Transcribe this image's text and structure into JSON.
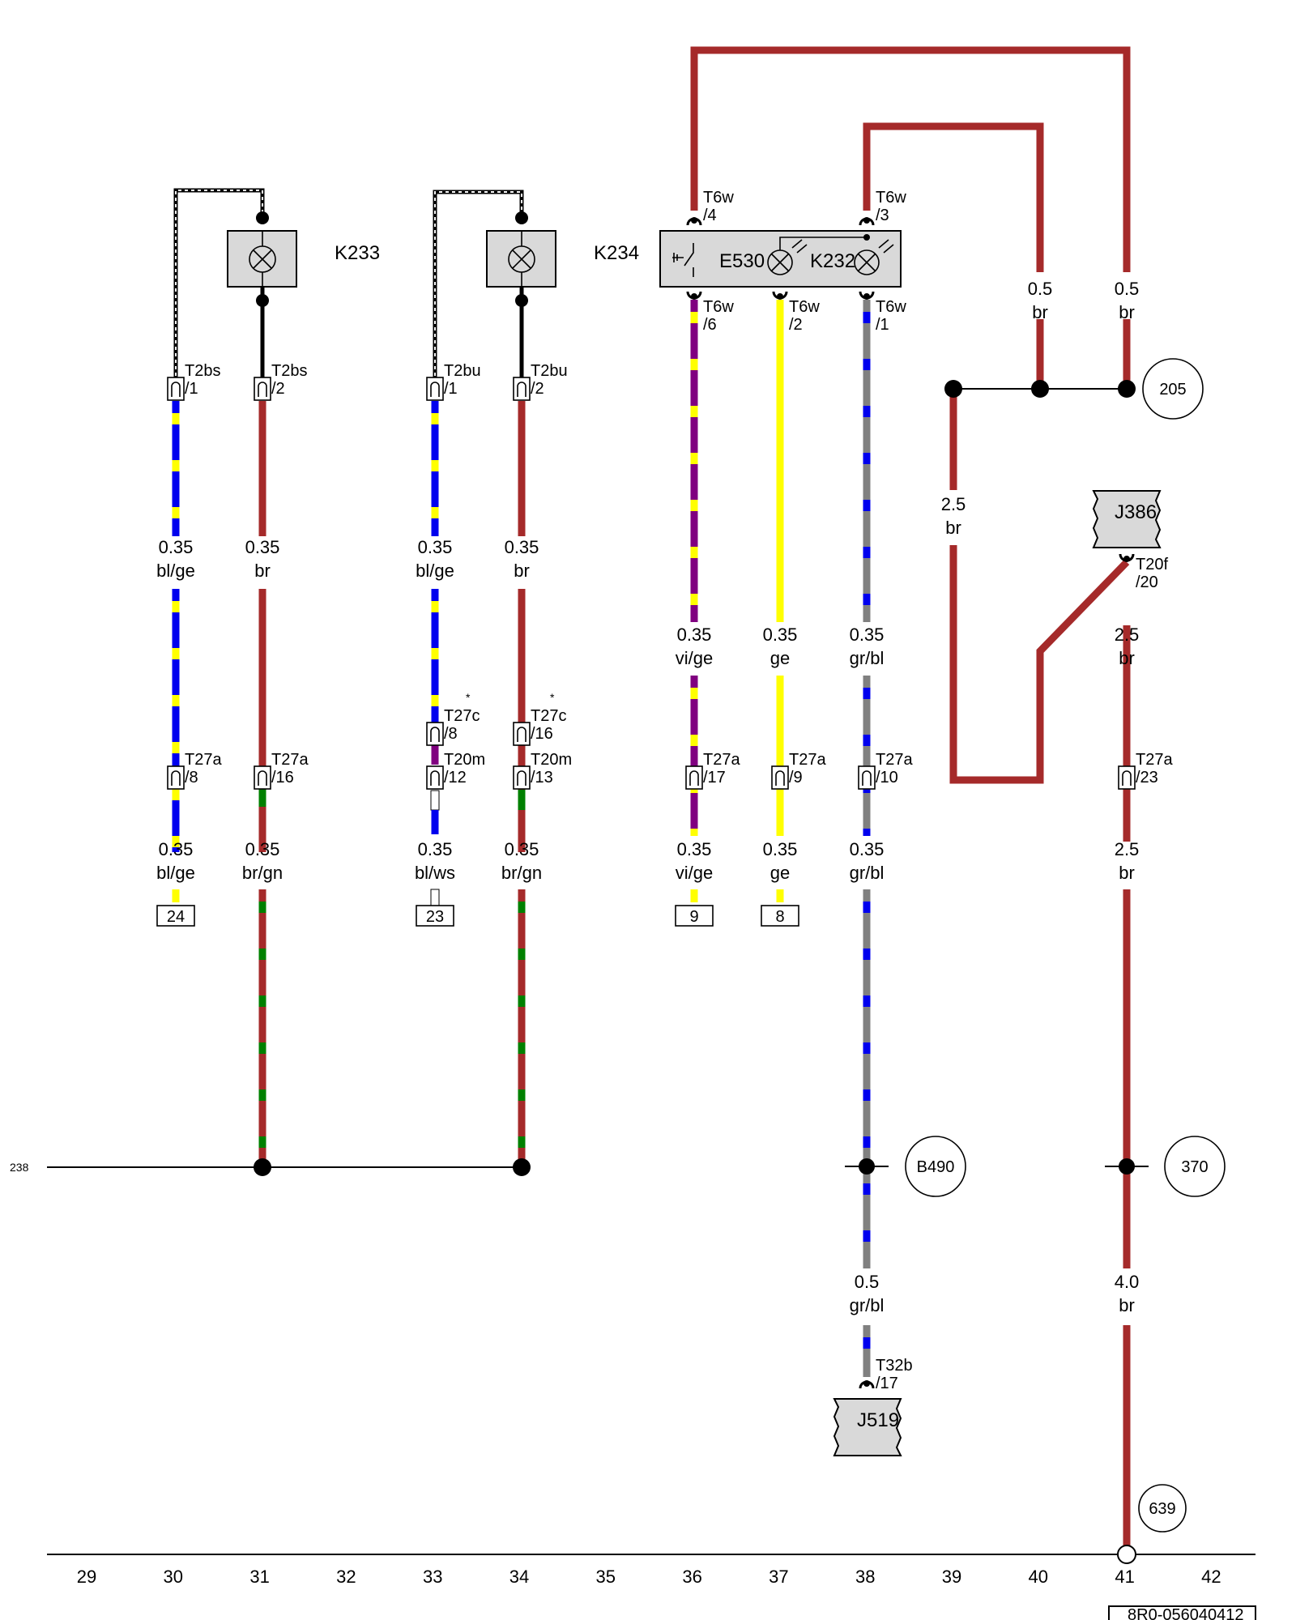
{
  "components": {
    "K233": "K233",
    "K234": "K234",
    "E530": "E530",
    "K232": "K232",
    "J386": "J386",
    "J519": "J519"
  },
  "connectors": {
    "c_t2bs_1": [
      "T2bs",
      "/1"
    ],
    "c_t2bs_2": [
      "T2bs",
      "/2"
    ],
    "c_t2bu_1": [
      "T2bu",
      "/1"
    ],
    "c_t2bu_2": [
      "T2bu",
      "/2"
    ],
    "c_t6w_4": [
      "T6w",
      "/4"
    ],
    "c_t6w_3": [
      "T6w",
      "/3"
    ],
    "c_t6w_6": [
      "T6w",
      "/6"
    ],
    "c_t6w_2": [
      "T6w",
      "/2"
    ],
    "c_t6w_1": [
      "T6w",
      "/1"
    ],
    "c_t27c_8": [
      "T27c",
      "/8"
    ],
    "c_t27c_16": [
      "T27c",
      "/16"
    ],
    "c_t27a_8": [
      "T27a",
      "/8"
    ],
    "c_t27a_16": [
      "T27a",
      "/16"
    ],
    "c_t20m_12": [
      "T20m",
      "/12"
    ],
    "c_t20m_13": [
      "T20m",
      "/13"
    ],
    "c_t27a_17": [
      "T27a",
      "/17"
    ],
    "c_t27a_9": [
      "T27a",
      "/9"
    ],
    "c_t27a_10": [
      "T27a",
      "/10"
    ],
    "c_t27a_23": [
      "T27a",
      "/23"
    ],
    "c_t20f_20": [
      "T20f",
      "/20"
    ],
    "c_t32b_17": [
      "T32b",
      "/17"
    ]
  },
  "wire_labels": {
    "w30a": [
      "0.35",
      "bl/ge"
    ],
    "w31a": [
      "0.35",
      "br"
    ],
    "w33a": [
      "0.35",
      "bl/ge"
    ],
    "w34a": [
      "0.35",
      "br"
    ],
    "w30b": [
      "0.35",
      "bl/ge"
    ],
    "w31b": [
      "0.35",
      "br/gn"
    ],
    "w33b": [
      "0.35",
      "bl/ws"
    ],
    "w34b": [
      "0.35",
      "br/gn"
    ],
    "w36a": [
      "0.35",
      "vi/ge"
    ],
    "w37a": [
      "0.35",
      "ge"
    ],
    "w38a": [
      "0.35",
      "gr/bl"
    ],
    "w36b": [
      "0.35",
      "vi/ge"
    ],
    "w37b": [
      "0.35",
      "ge"
    ],
    "w38b": [
      "0.35",
      "gr/bl"
    ],
    "w40a": [
      "0.5",
      "br"
    ],
    "w41a": [
      "0.5",
      "br"
    ],
    "w39a": [
      "2.5",
      "br"
    ],
    "w41b": [
      "2.5",
      "br"
    ],
    "w41c": [
      "2.5",
      "br"
    ],
    "w38c": [
      "0.5",
      "gr/bl"
    ],
    "w41d": [
      "4.0",
      "br"
    ]
  },
  "boxes": {
    "b24": "24",
    "b23": "23",
    "b9": "9",
    "b8": "8"
  },
  "circles": {
    "c205": "205",
    "cB490": "B490",
    "c370": "370",
    "c639": "639"
  },
  "stars": [
    "*",
    "*"
  ],
  "side_ref": "238",
  "columns": [
    "29",
    "30",
    "31",
    "32",
    "33",
    "34",
    "35",
    "36",
    "37",
    "38",
    "39",
    "40",
    "41",
    "42"
  ],
  "drawing_number": "8R0-056040412",
  "colors": {
    "br": "#a52a2a",
    "bl": "#0000ee",
    "ge": "#ffff00",
    "vi": "#800080",
    "gr": "#808080",
    "gn": "#008000",
    "ws": "#ffffff",
    "component_fill": "#d9d9d9"
  }
}
